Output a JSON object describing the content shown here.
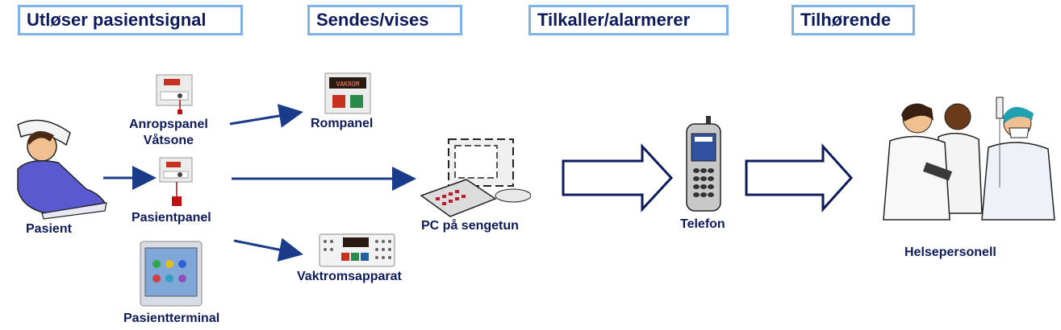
{
  "headers": {
    "trigger": "Utløser pasientsignal",
    "sent": "Sendes/vises",
    "call": "Tilkaller/alarmerer",
    "belonging": "Tilhørende"
  },
  "labels": {
    "patient": "Pasient",
    "call_panel_line1": "Anropspanel",
    "call_panel_line2": "Våtsone",
    "patient_panel": "Pasientpanel",
    "patient_terminal": "Pasientterminal",
    "room_panel": "Rompanel",
    "pc": "PC på sengetun",
    "guard_room": "Vaktromsapparat",
    "phone": "Telefon",
    "staff": "Helsepersonell"
  },
  "colors": {
    "navy": "#0d1a5c",
    "header_border": "#7fb2e5",
    "arrow": "#1a3a8a"
  }
}
